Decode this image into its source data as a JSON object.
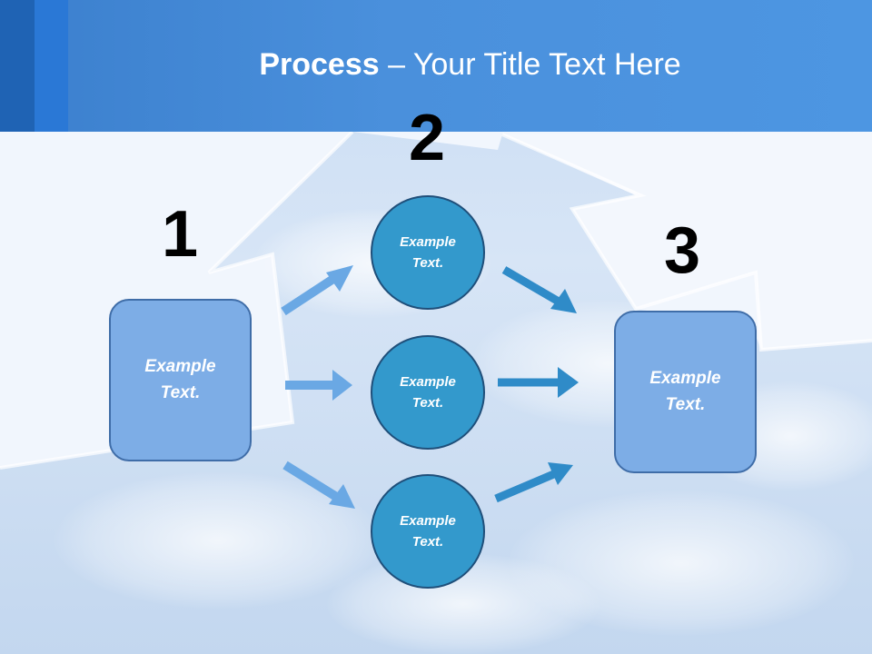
{
  "title": {
    "bold": "Process",
    "rest": " – Your Title Text Here"
  },
  "steps": [
    "1",
    "2",
    "3"
  ],
  "left_box": {
    "line1": "Example",
    "line2": "Text."
  },
  "right_box": {
    "line1": "Example",
    "line2": "Text."
  },
  "circles": [
    {
      "line1": "Example",
      "line2": "Text."
    },
    {
      "line1": "Example",
      "line2": "Text."
    },
    {
      "line1": "Example",
      "line2": "Text."
    }
  ],
  "colors": {
    "title_band": "#4a90dc",
    "box_fill": "#7dade6",
    "circle_fill": "#3399cc",
    "arrow_light": "#6aa8e4",
    "arrow_dark": "#2f8bc8"
  }
}
